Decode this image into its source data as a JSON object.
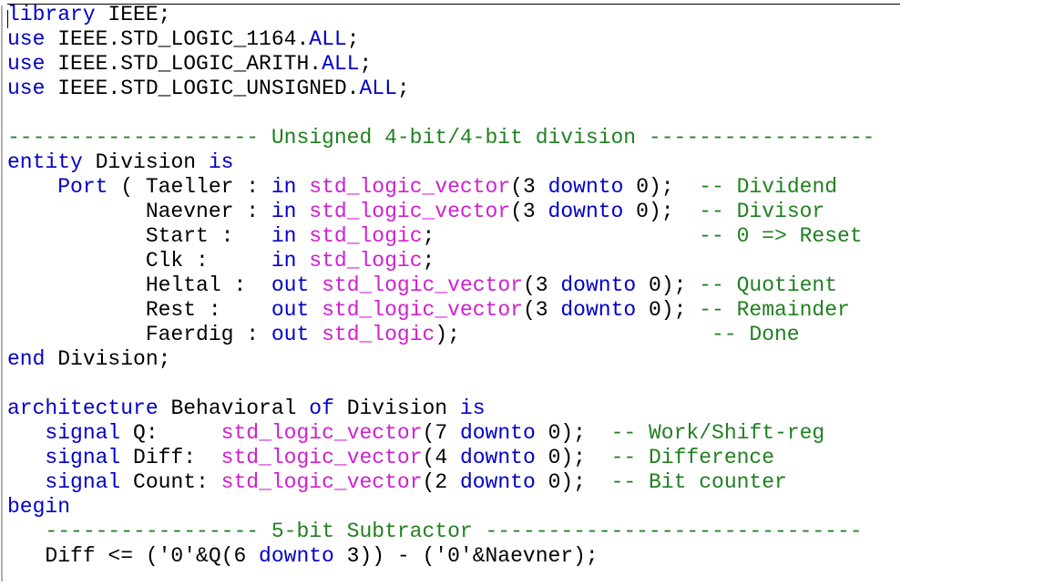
{
  "colors": {
    "keyword": "#0000c8",
    "type": "#d020d0",
    "comment": "#208020",
    "text": "#000000",
    "background": "#ffffff"
  },
  "lines": [
    [
      {
        "t": "library",
        "c": "kw"
      },
      {
        "t": " IEEE;",
        "c": "tx"
      }
    ],
    [
      {
        "t": "use",
        "c": "kw"
      },
      {
        "t": " IEEE.STD_LOGIC_1164.",
        "c": "tx"
      },
      {
        "t": "ALL",
        "c": "kw"
      },
      {
        "t": ";",
        "c": "tx"
      }
    ],
    [
      {
        "t": "use",
        "c": "kw"
      },
      {
        "t": " IEEE.STD_LOGIC_ARITH.",
        "c": "tx"
      },
      {
        "t": "ALL",
        "c": "kw"
      },
      {
        "t": ";",
        "c": "tx"
      }
    ],
    [
      {
        "t": "use",
        "c": "kw"
      },
      {
        "t": " IEEE.STD_LOGIC_UNSIGNED.",
        "c": "tx"
      },
      {
        "t": "ALL",
        "c": "kw"
      },
      {
        "t": ";",
        "c": "tx"
      }
    ],
    [],
    [
      {
        "t": "-------------------- Unsigned 4-bit/4-bit division ------------------",
        "c": "cm"
      }
    ],
    [
      {
        "t": "entity",
        "c": "kw"
      },
      {
        "t": " Division ",
        "c": "tx"
      },
      {
        "t": "is",
        "c": "kw"
      }
    ],
    [
      {
        "t": "    ",
        "c": "tx"
      },
      {
        "t": "Port",
        "c": "kw"
      },
      {
        "t": " ( Taeller : ",
        "c": "tx"
      },
      {
        "t": "in",
        "c": "kw"
      },
      {
        "t": " ",
        "c": "tx"
      },
      {
        "t": "std_logic_vector",
        "c": "ty"
      },
      {
        "t": "(3 ",
        "c": "tx"
      },
      {
        "t": "downto",
        "c": "kw"
      },
      {
        "t": " 0);  ",
        "c": "tx"
      },
      {
        "t": "-- Dividend",
        "c": "cm"
      }
    ],
    [
      {
        "t": "           Naevner : ",
        "c": "tx"
      },
      {
        "t": "in",
        "c": "kw"
      },
      {
        "t": " ",
        "c": "tx"
      },
      {
        "t": "std_logic_vector",
        "c": "ty"
      },
      {
        "t": "(3 ",
        "c": "tx"
      },
      {
        "t": "downto",
        "c": "kw"
      },
      {
        "t": " 0);  ",
        "c": "tx"
      },
      {
        "t": "-- Divisor",
        "c": "cm"
      }
    ],
    [
      {
        "t": "           Start :   ",
        "c": "tx"
      },
      {
        "t": "in",
        "c": "kw"
      },
      {
        "t": " ",
        "c": "tx"
      },
      {
        "t": "std_logic",
        "c": "ty"
      },
      {
        "t": ";                     ",
        "c": "tx"
      },
      {
        "t": "-- 0 => Reset",
        "c": "cm"
      }
    ],
    [
      {
        "t": "           Clk :     ",
        "c": "tx"
      },
      {
        "t": "in",
        "c": "kw"
      },
      {
        "t": " ",
        "c": "tx"
      },
      {
        "t": "std_logic",
        "c": "ty"
      },
      {
        "t": ";",
        "c": "tx"
      }
    ],
    [
      {
        "t": "           Heltal :  ",
        "c": "tx"
      },
      {
        "t": "out",
        "c": "kw"
      },
      {
        "t": " ",
        "c": "tx"
      },
      {
        "t": "std_logic_vector",
        "c": "ty"
      },
      {
        "t": "(3 ",
        "c": "tx"
      },
      {
        "t": "downto",
        "c": "kw"
      },
      {
        "t": " 0); ",
        "c": "tx"
      },
      {
        "t": "-- Quotient",
        "c": "cm"
      }
    ],
    [
      {
        "t": "           Rest :    ",
        "c": "tx"
      },
      {
        "t": "out",
        "c": "kw"
      },
      {
        "t": " ",
        "c": "tx"
      },
      {
        "t": "std_logic_vector",
        "c": "ty"
      },
      {
        "t": "(3 ",
        "c": "tx"
      },
      {
        "t": "downto",
        "c": "kw"
      },
      {
        "t": " 0); ",
        "c": "tx"
      },
      {
        "t": "-- Remainder",
        "c": "cm"
      }
    ],
    [
      {
        "t": "           Faerdig : ",
        "c": "tx"
      },
      {
        "t": "out",
        "c": "kw"
      },
      {
        "t": " ",
        "c": "tx"
      },
      {
        "t": "std_logic",
        "c": "ty"
      },
      {
        "t": ");                    ",
        "c": "tx"
      },
      {
        "t": "-- Done",
        "c": "cm"
      }
    ],
    [
      {
        "t": "end",
        "c": "kw"
      },
      {
        "t": " Division;",
        "c": "tx"
      }
    ],
    [],
    [
      {
        "t": "architecture",
        "c": "kw"
      },
      {
        "t": " Behavioral ",
        "c": "tx"
      },
      {
        "t": "of",
        "c": "kw"
      },
      {
        "t": " Division ",
        "c": "tx"
      },
      {
        "t": "is",
        "c": "kw"
      }
    ],
    [
      {
        "t": "   ",
        "c": "tx"
      },
      {
        "t": "signal",
        "c": "kw"
      },
      {
        "t": " Q:     ",
        "c": "tx"
      },
      {
        "t": "std_logic_vector",
        "c": "ty"
      },
      {
        "t": "(7 ",
        "c": "tx"
      },
      {
        "t": "downto",
        "c": "kw"
      },
      {
        "t": " 0);  ",
        "c": "tx"
      },
      {
        "t": "-- Work/Shift-reg",
        "c": "cm"
      }
    ],
    [
      {
        "t": "   ",
        "c": "tx"
      },
      {
        "t": "signal",
        "c": "kw"
      },
      {
        "t": " Diff:  ",
        "c": "tx"
      },
      {
        "t": "std_logic_vector",
        "c": "ty"
      },
      {
        "t": "(4 ",
        "c": "tx"
      },
      {
        "t": "downto",
        "c": "kw"
      },
      {
        "t": " 0);  ",
        "c": "tx"
      },
      {
        "t": "-- Difference",
        "c": "cm"
      }
    ],
    [
      {
        "t": "   ",
        "c": "tx"
      },
      {
        "t": "signal",
        "c": "kw"
      },
      {
        "t": " Count: ",
        "c": "tx"
      },
      {
        "t": "std_logic_vector",
        "c": "ty"
      },
      {
        "t": "(2 ",
        "c": "tx"
      },
      {
        "t": "downto",
        "c": "kw"
      },
      {
        "t": " 0);  ",
        "c": "tx"
      },
      {
        "t": "-- Bit counter",
        "c": "cm"
      }
    ],
    [
      {
        "t": "begin",
        "c": "kw"
      }
    ],
    [
      {
        "t": "   ",
        "c": "tx"
      },
      {
        "t": "----------------- 5-bit Subtractor ------------------------------",
        "c": "cm"
      }
    ],
    [
      {
        "t": "   Diff <= ('0'&Q(6 ",
        "c": "tx"
      },
      {
        "t": "downto",
        "c": "kw"
      },
      {
        "t": " 3)) - ('0'&Naevner);",
        "c": "tx"
      }
    ]
  ]
}
